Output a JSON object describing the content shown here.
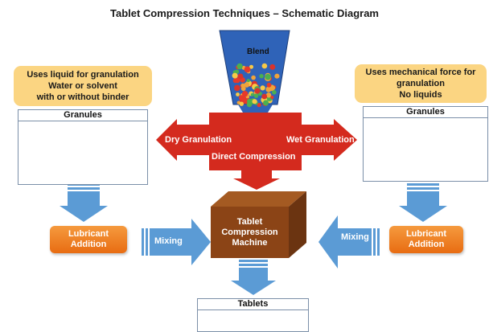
{
  "title": "Tablet Compression Techniques – Schematic Diagram",
  "hopper": {
    "label": "Blend"
  },
  "left_note": {
    "line1": "Uses liquid for granulation",
    "line2": "Water or solvent",
    "line3": "with or without binder"
  },
  "right_note": {
    "line1": "Uses mechanical force for",
    "line2": "granulation",
    "line3": "No liquids"
  },
  "left_panel": {
    "title": "Granules"
  },
  "right_panel": {
    "title": "Granules"
  },
  "cross_arrow": {
    "left_label": "Dry Granulation",
    "right_label": "Wet Granulation",
    "down_label": "Direct Compression"
  },
  "left_lubricant": {
    "line1": "Lubricant",
    "line2": "Addition"
  },
  "right_lubricant": {
    "line1": "Lubricant",
    "line2": "Addition"
  },
  "left_mixing": "Mixing",
  "right_mixing": "Mixing",
  "machine": {
    "line1": "Tablet",
    "line2": "Compression",
    "line3": "Machine"
  },
  "tablets_panel": {
    "title": "Tablets"
  },
  "colors": {
    "red_arrow": "#d42a1e",
    "blue_arrow": "#5b9bd5",
    "orange": "#ee7d1f",
    "machine_front": "#8b4416",
    "note_bg": "#fbd582",
    "granule": "#4f7fc0"
  }
}
